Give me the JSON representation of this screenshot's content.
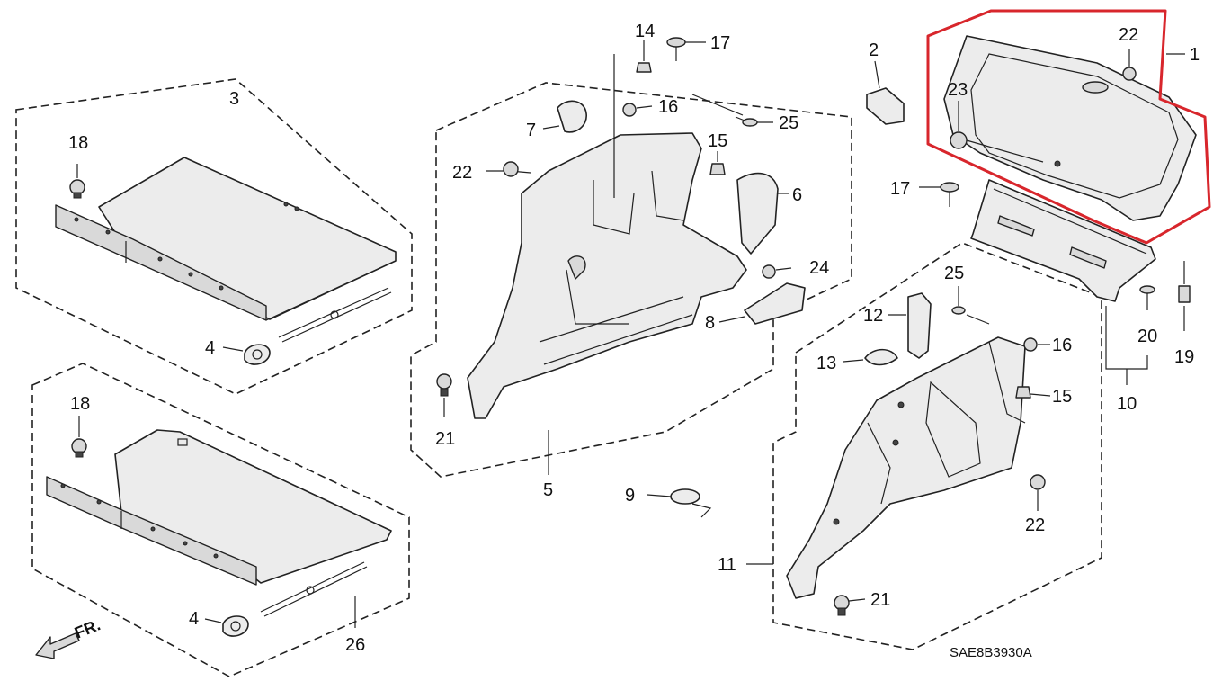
{
  "diagram": {
    "drawing_code": "SAE8B3930A",
    "front_marker": "FR.",
    "highlight_color": "#d8262c",
    "callouts": [
      {
        "id": "c1",
        "text": "1"
      },
      {
        "id": "c2",
        "text": "2"
      },
      {
        "id": "c3",
        "text": "3"
      },
      {
        "id": "c4a",
        "text": "4"
      },
      {
        "id": "c4b",
        "text": "4"
      },
      {
        "id": "c5",
        "text": "5"
      },
      {
        "id": "c6",
        "text": "6"
      },
      {
        "id": "c7",
        "text": "7"
      },
      {
        "id": "c8",
        "text": "8"
      },
      {
        "id": "c9",
        "text": "9"
      },
      {
        "id": "c10",
        "text": "10"
      },
      {
        "id": "c11",
        "text": "11"
      },
      {
        "id": "c12",
        "text": "12"
      },
      {
        "id": "c13",
        "text": "13"
      },
      {
        "id": "c14",
        "text": "14"
      },
      {
        "id": "c15a",
        "text": "15"
      },
      {
        "id": "c15b",
        "text": "15"
      },
      {
        "id": "c16a",
        "text": "16"
      },
      {
        "id": "c16b",
        "text": "16"
      },
      {
        "id": "c17a",
        "text": "17"
      },
      {
        "id": "c17b",
        "text": "17"
      },
      {
        "id": "c18a",
        "text": "18"
      },
      {
        "id": "c18b",
        "text": "18"
      },
      {
        "id": "c19",
        "text": "19"
      },
      {
        "id": "c20",
        "text": "20"
      },
      {
        "id": "c21a",
        "text": "21"
      },
      {
        "id": "c21b",
        "text": "21"
      },
      {
        "id": "c22a",
        "text": "22"
      },
      {
        "id": "c22b",
        "text": "22"
      },
      {
        "id": "c22c",
        "text": "22"
      },
      {
        "id": "c23",
        "text": "23"
      },
      {
        "id": "c24",
        "text": "24"
      },
      {
        "id": "c25a",
        "text": "25"
      },
      {
        "id": "c25b",
        "text": "25"
      },
      {
        "id": "c26",
        "text": "26"
      }
    ]
  }
}
